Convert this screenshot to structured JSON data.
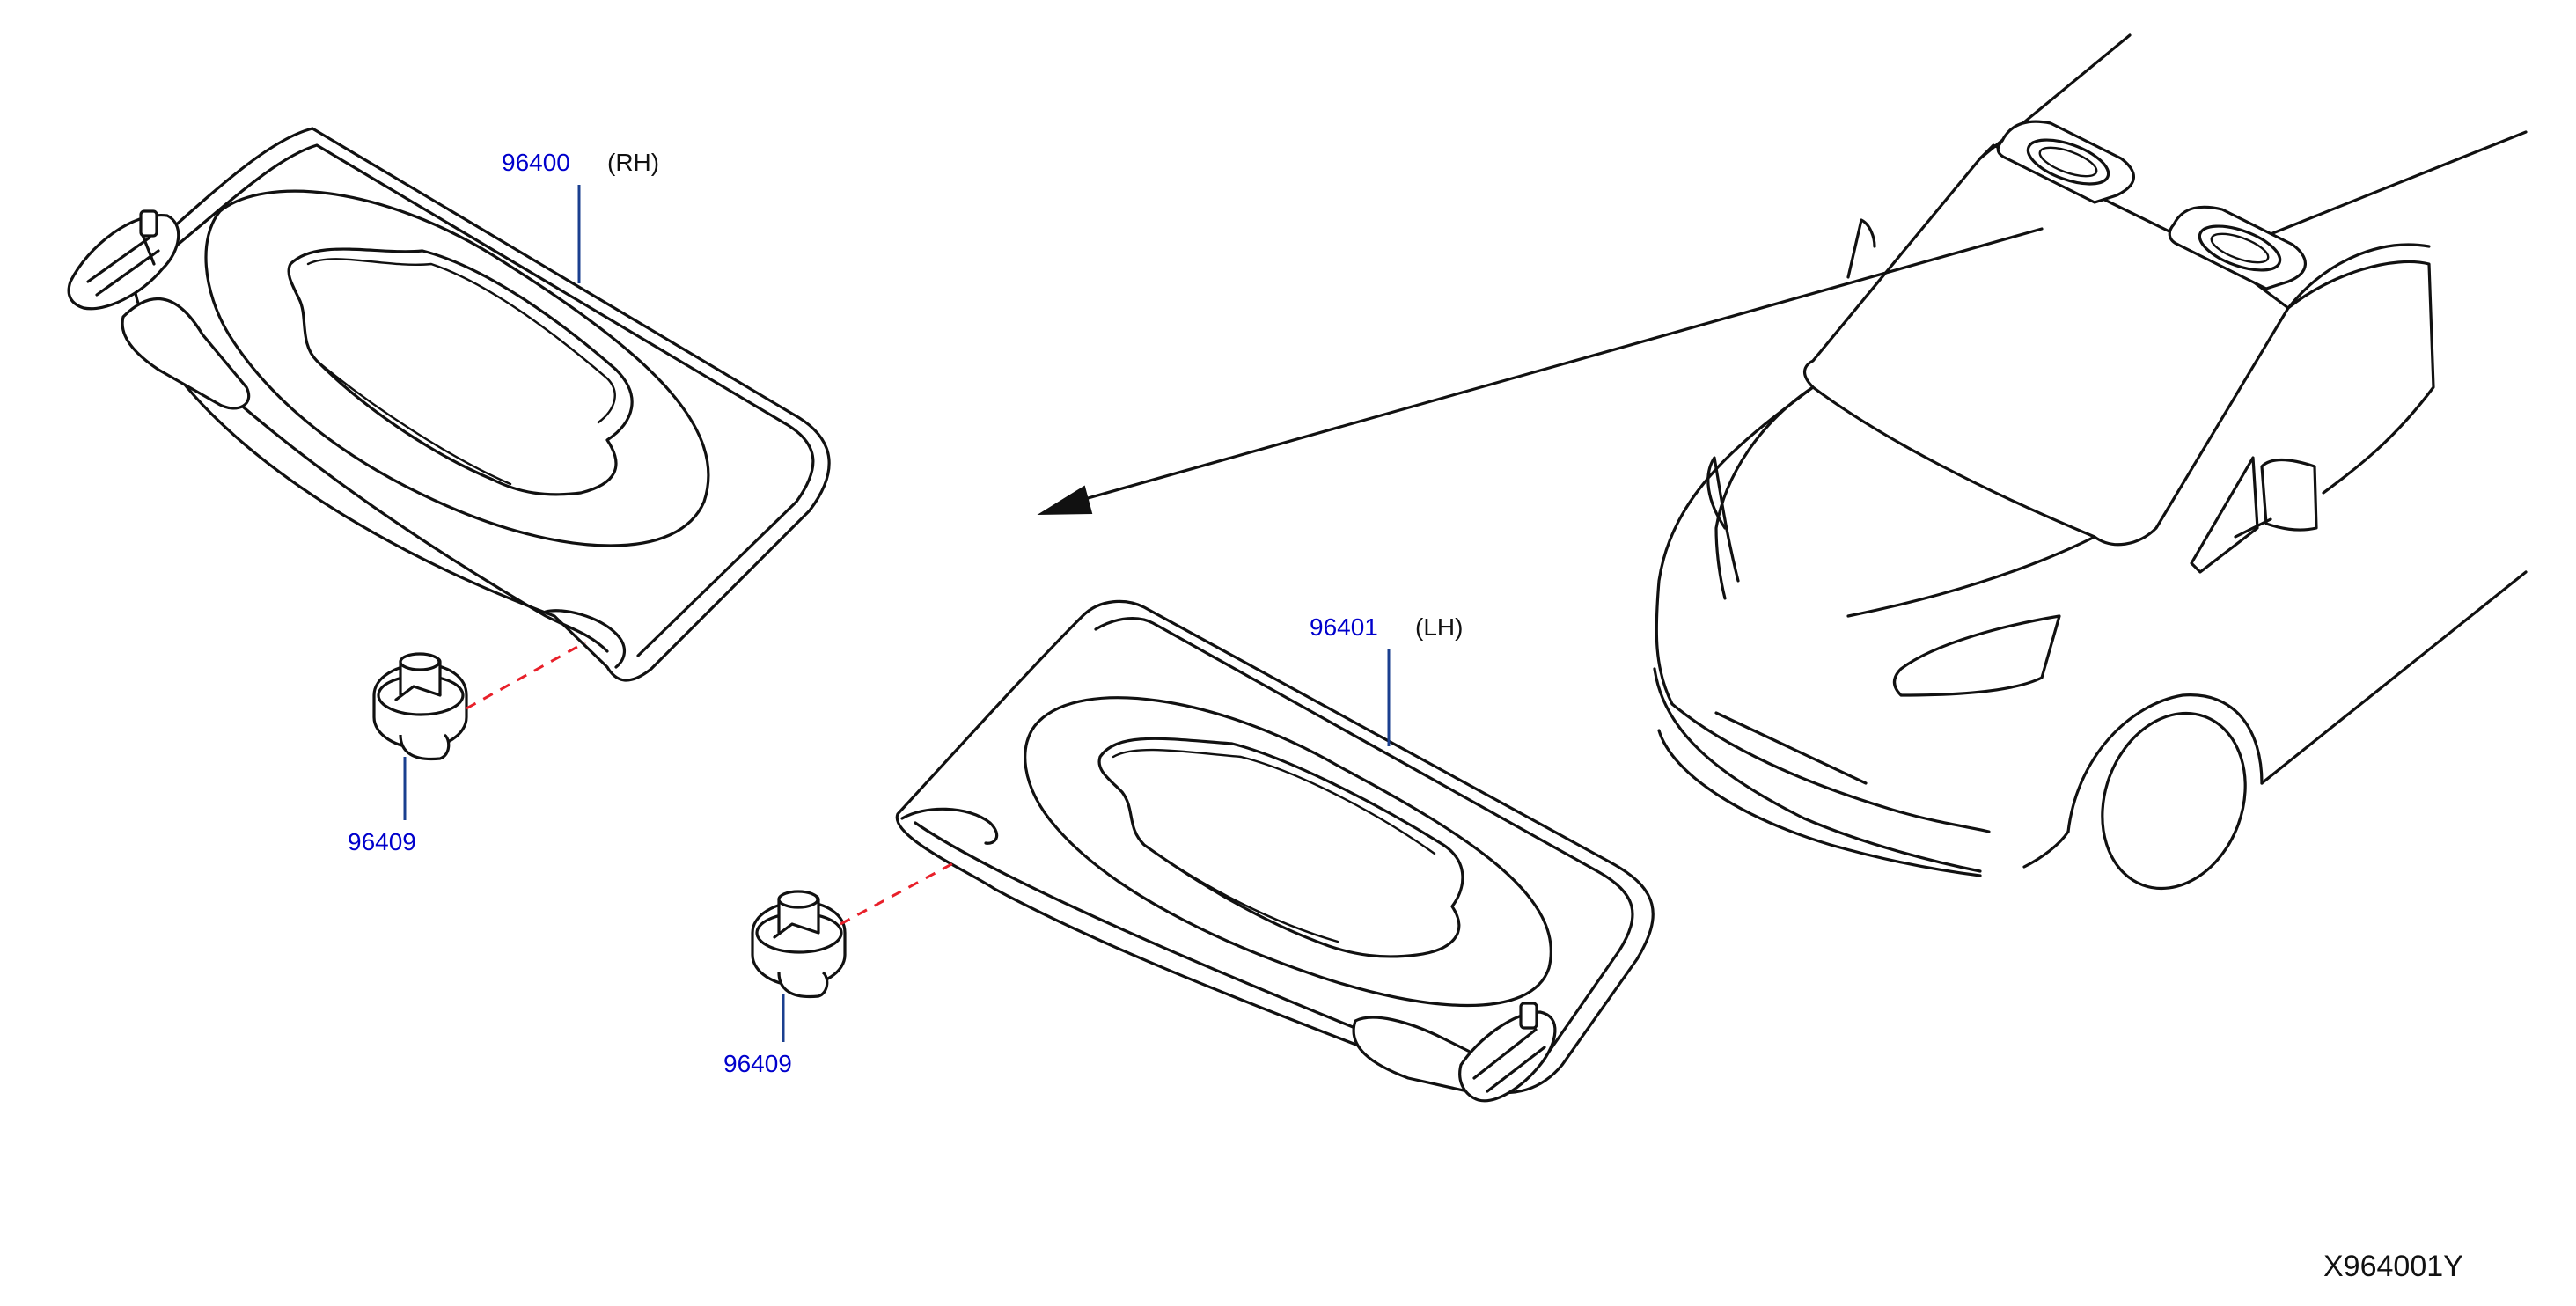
{
  "parts": {
    "visor_rh": {
      "part_no": "96400",
      "side": "(RH)"
    },
    "visor_lh": {
      "part_no": "96401",
      "side": "(LH)"
    },
    "holder_top": {
      "part_no": "96409"
    },
    "holder_bottom": {
      "part_no": "96409"
    }
  },
  "diagram_code": "X964001Y",
  "colors": {
    "part_number": "#0000cc",
    "leader": "#1a3f8f",
    "dashed_link": "#e8202a",
    "line_art": "#111111"
  }
}
